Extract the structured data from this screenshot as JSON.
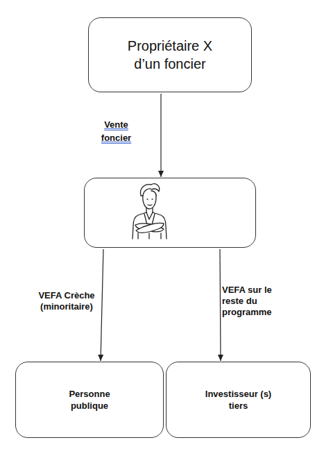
{
  "diagram": {
    "nodes": [
      {
        "text": [
          "Propriétaire X d’un foncier"
        ]
      },
      {
        "text": []
      },
      {
        "text": [
          "Personne publique"
        ]
      },
      {
        "text": [
          "Investisseur (s) tiers"
        ]
      }
    ],
    "edges": [
      {
        "from": 0,
        "to": 1,
        "label": "Vente foncier",
        "arrow": "to"
      },
      {
        "from": 1,
        "to": 2,
        "label": "VEFA Crèche (minoritaire)",
        "arrow": "to"
      },
      {
        "from": 1,
        "to": 3,
        "label": "VEFA sur le reste du programme",
        "arrow": "to"
      }
    ]
  }
}
